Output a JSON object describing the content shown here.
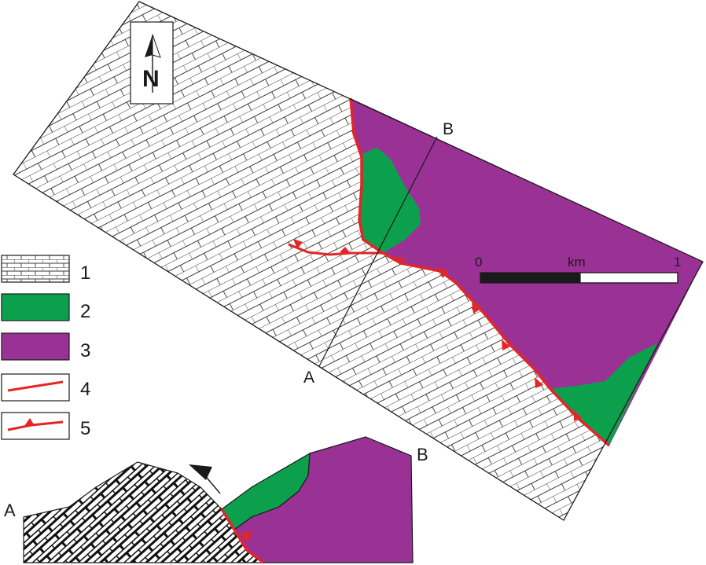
{
  "map": {
    "north_arrow": {
      "letter": "N"
    },
    "profile_line": {
      "start_label": "A",
      "end_label": "B"
    },
    "scale_bar": {
      "start": "0",
      "unit": "km",
      "end": "1"
    },
    "colors": {
      "unit2": "#0ca04c",
      "unit3": "#9a3296",
      "fault": "#e32526",
      "line": "#1a1a1a",
      "background": "#ffffff"
    }
  },
  "legend": {
    "items": [
      {
        "number": "1",
        "symbol": "brick-pattern"
      },
      {
        "number": "2",
        "symbol": "green-fill"
      },
      {
        "number": "3",
        "symbol": "purple-fill"
      },
      {
        "number": "4",
        "symbol": "red-line"
      },
      {
        "number": "5",
        "symbol": "red-line-with-triangle"
      }
    ]
  },
  "cross_section": {
    "left_label": "A",
    "right_label": "B"
  }
}
